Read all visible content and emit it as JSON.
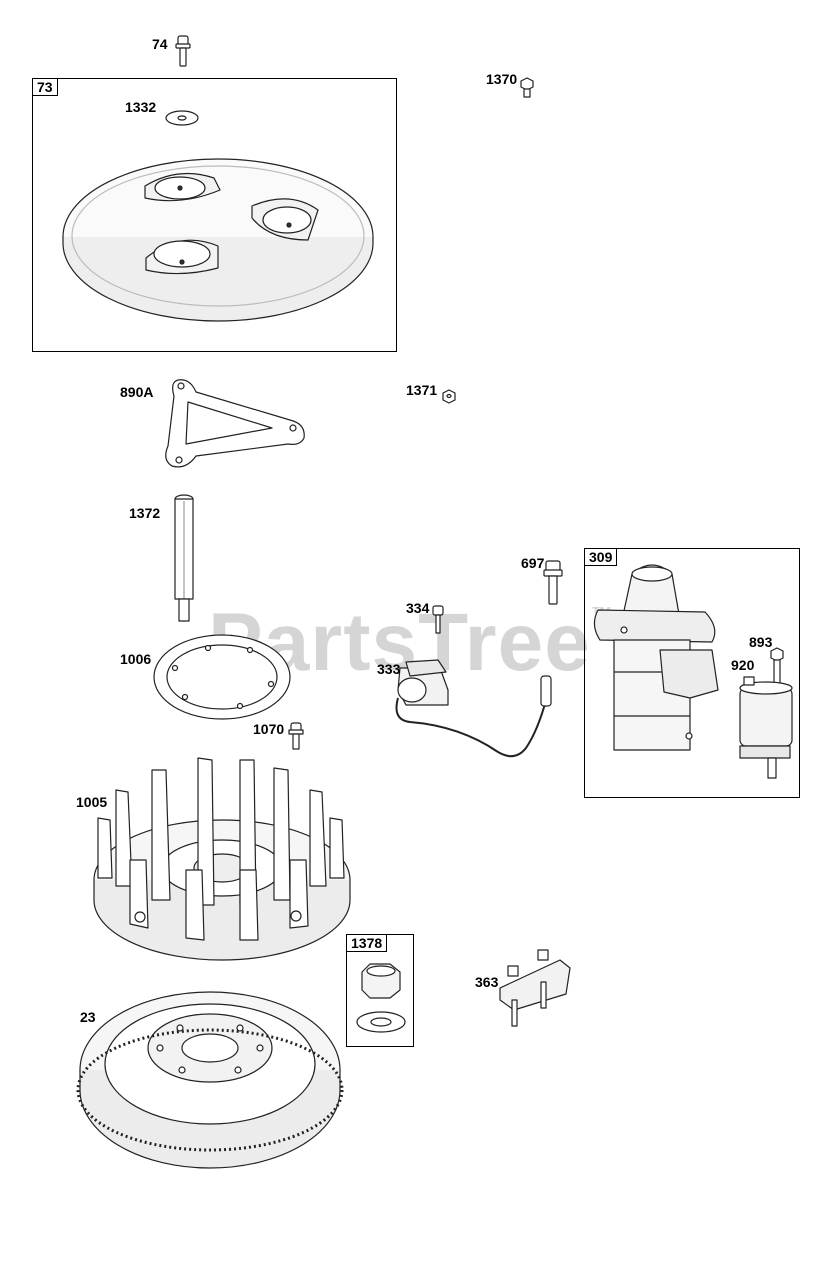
{
  "watermark": {
    "text": "PartsTree",
    "mark": "™"
  },
  "groups": {
    "g73": "73",
    "g309": "309",
    "g1378": "1378"
  },
  "callouts": {
    "p74": "74",
    "p1370": "1370",
    "p1332": "1332",
    "p890A": "890A",
    "p1371": "1371",
    "p1372": "1372",
    "p697": "697",
    "p334": "334",
    "p333": "333",
    "p1006": "1006",
    "p893": "893",
    "p920": "920",
    "p1070": "1070",
    "p1005": "1005",
    "p363": "363",
    "p23": "23"
  },
  "parts": [
    {
      "ref": "74",
      "icon": "bolt-icon"
    },
    {
      "ref": "1370",
      "icon": "nut-icon"
    },
    {
      "ref": "1332",
      "icon": "washer-icon"
    },
    {
      "ref": "73",
      "icon": "blower-housing-cover-icon"
    },
    {
      "ref": "890A",
      "icon": "bracket-icon"
    },
    {
      "ref": "1371",
      "icon": "nut-icon"
    },
    {
      "ref": "1372",
      "icon": "spacer-icon"
    },
    {
      "ref": "697",
      "icon": "bolt-icon"
    },
    {
      "ref": "334",
      "icon": "screw-icon"
    },
    {
      "ref": "333",
      "icon": "ignition-armature-icon"
    },
    {
      "ref": "1006",
      "icon": "plate-icon"
    },
    {
      "ref": "309",
      "icon": "starter-motor-icon"
    },
    {
      "ref": "893",
      "icon": "nut-icon"
    },
    {
      "ref": "920",
      "icon": "solenoid-icon"
    },
    {
      "ref": "1070",
      "icon": "bolt-icon"
    },
    {
      "ref": "1005",
      "icon": "fan-icon"
    },
    {
      "ref": "1378",
      "icon": "nut-washer-kit-icon"
    },
    {
      "ref": "363",
      "icon": "rectifier-icon"
    },
    {
      "ref": "23",
      "icon": "flywheel-icon"
    }
  ]
}
